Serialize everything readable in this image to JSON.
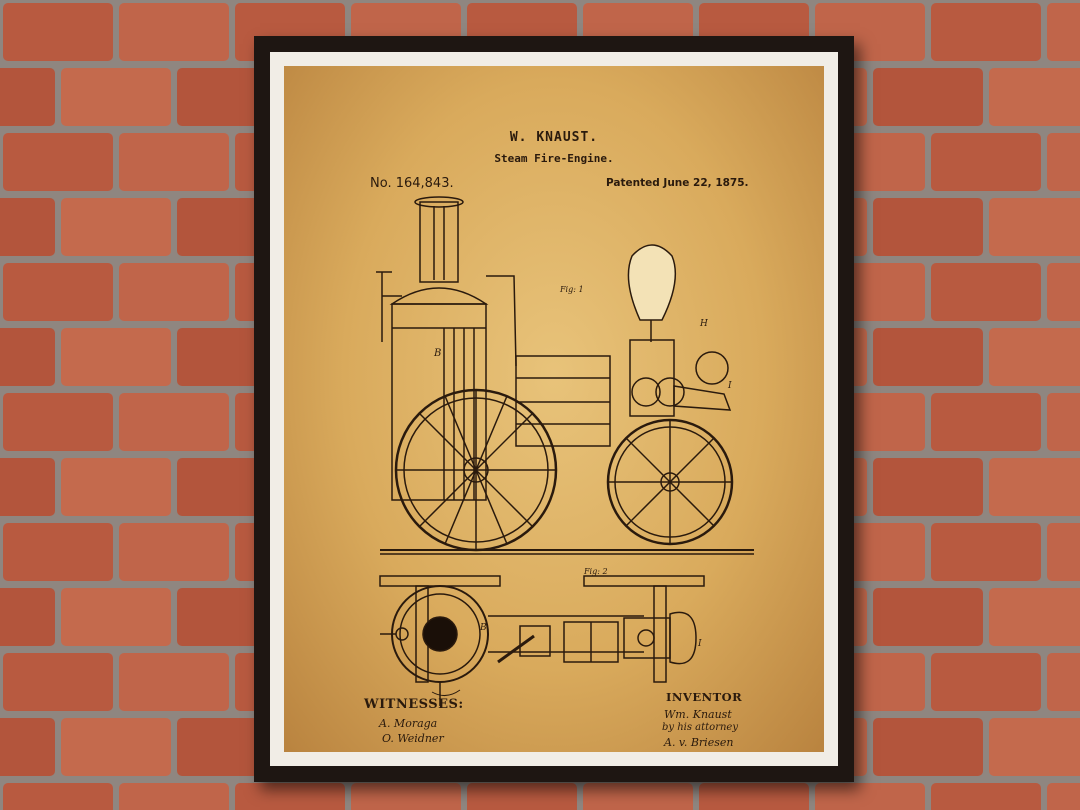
{
  "patent": {
    "inventor_name": "W. KNAUST.",
    "title": "Steam Fire-Engine.",
    "number": "No. 164,843.",
    "patented": "Patented June 22, 1875.",
    "fig1_label": "Fig: 1",
    "fig2_label": "Fig: 2",
    "witnesses_heading": "WITNESSES:",
    "witness_1": "A. Moraga",
    "witness_2": "O. Weidner",
    "inventor_heading": "INVENTOR",
    "inventor_signature": "Wm. Knaust",
    "attorney_line": "by his attorney",
    "attorney_signature": "A. v. Briesen"
  },
  "colors": {
    "brick": "#b85a40",
    "mortar": "#9a8f86",
    "frame": "#1e1612",
    "mat": "#f1ede6",
    "paper": "#d9aa5c",
    "ink": "#2a1a0d"
  }
}
